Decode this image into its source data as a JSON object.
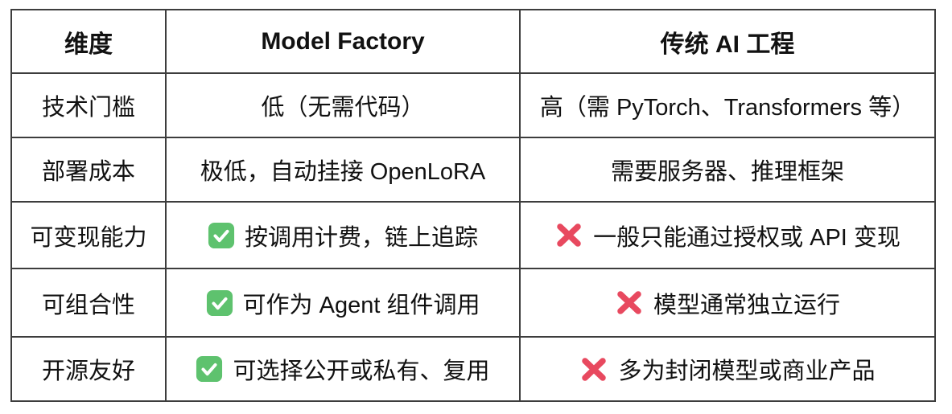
{
  "table": {
    "columns": [
      {
        "label": "维度"
      },
      {
        "label": "Model Factory"
      },
      {
        "label": "传统 AI 工程"
      }
    ],
    "rows": [
      {
        "dimension": "技术门槛",
        "model_factory": {
          "icon": "none",
          "text": "低（无需代码）"
        },
        "traditional": {
          "icon": "none",
          "text": "高（需 PyTorch、Transformers 等）"
        }
      },
      {
        "dimension": "部署成本",
        "model_factory": {
          "icon": "none",
          "text": "极低，自动挂接 OpenLoRA"
        },
        "traditional": {
          "icon": "none",
          "text": "需要服务器、推理框架"
        }
      },
      {
        "dimension": "可变现能力",
        "model_factory": {
          "icon": "check",
          "text": "按调用计费，链上追踪"
        },
        "traditional": {
          "icon": "cross",
          "text": "一般只能通过授权或 API 变现"
        }
      },
      {
        "dimension": "可组合性",
        "model_factory": {
          "icon": "check",
          "text": "可作为 Agent 组件调用"
        },
        "traditional": {
          "icon": "cross",
          "text": "模型通常独立运行"
        }
      },
      {
        "dimension": "开源友好",
        "model_factory": {
          "icon": "check",
          "text": "可选择公开或私有、复用"
        },
        "traditional": {
          "icon": "cross",
          "text": "多为封闭模型或商业产品"
        }
      }
    ],
    "colors": {
      "check_green": "#5ec26e",
      "cross_red": "#e8495f",
      "border": "#3d3d3d",
      "text": "#111111"
    }
  }
}
